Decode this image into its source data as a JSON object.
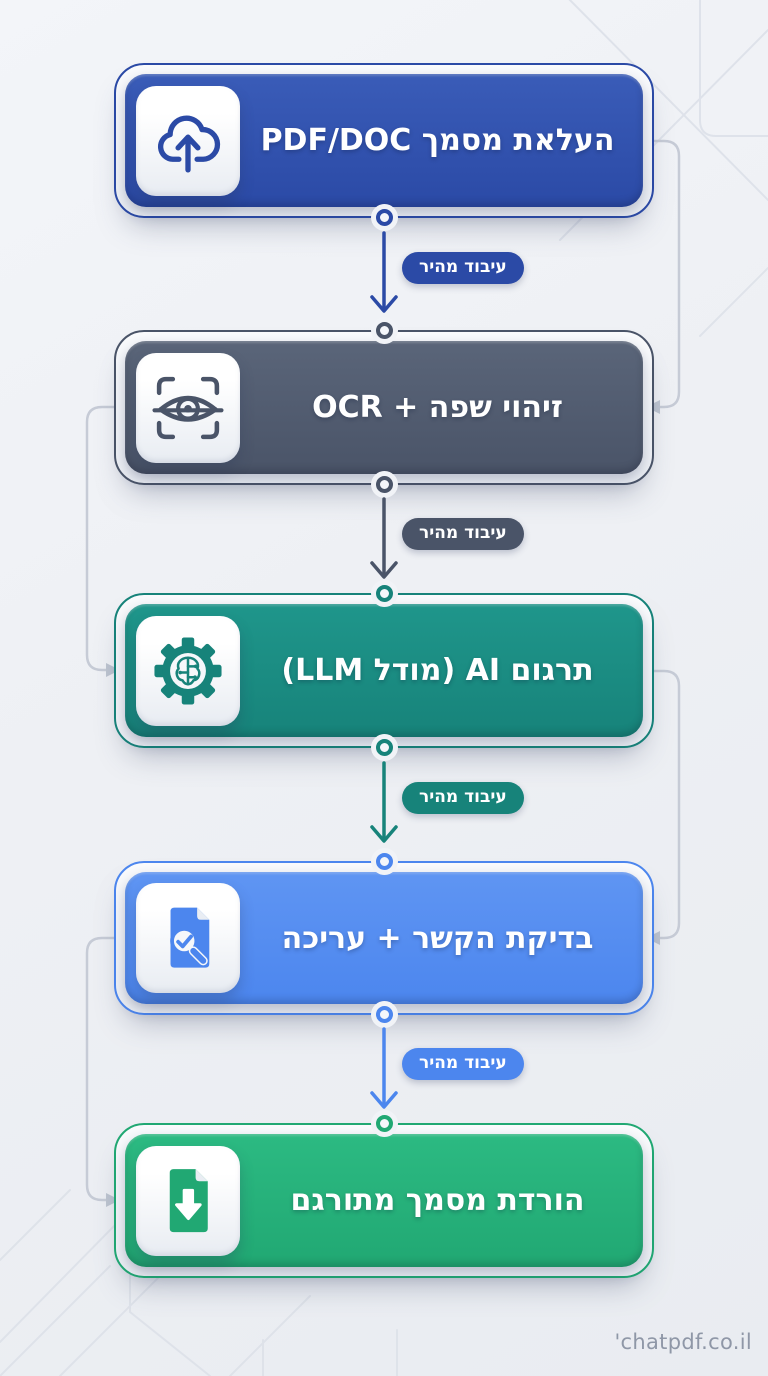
{
  "infographic": {
    "direction": "rtl",
    "background_color": "#eef0f4",
    "watermark": "'chatpdf.co.il",
    "steps": [
      {
        "label": "העלאת מסמך PDF/DOC",
        "icon": "cloud-upload-icon",
        "color": "#2b4aa6",
        "color_light": "#3a5cb8"
      },
      {
        "label": "זיהוי שפה + OCR",
        "icon": "ocr-scan-eye-icon",
        "color": "#4a5468",
        "color_light": "#5a6579"
      },
      {
        "label": "תרגום AI (מודל LLM)",
        "icon": "ai-gear-brain-icon",
        "color": "#17837a",
        "color_light": "#1f968b"
      },
      {
        "label": "בדיקת הקשר + עריכה",
        "icon": "document-check-magnifier-icon",
        "color": "#4c86ee",
        "color_light": "#5f95f3"
      },
      {
        "label": "הורדת מסמך מתורגם",
        "icon": "document-download-icon",
        "color": "#21a873",
        "color_light": "#2cba82"
      }
    ],
    "connector_labels": [
      "עיבוד מהיר",
      "עיבוד מהיר",
      "עיבוד מהיר",
      "עיבוד מהיר"
    ],
    "side_loop_color": "#c6cbd6"
  }
}
